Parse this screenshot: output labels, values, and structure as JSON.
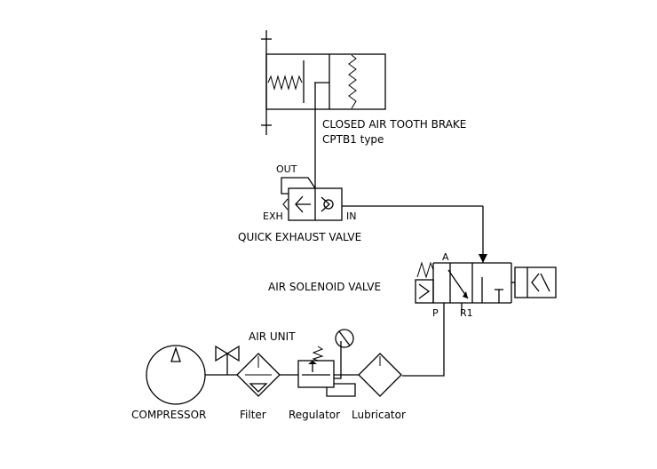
{
  "labels": {
    "brake_title": "CLOSED AIR TOOTH BRAKE",
    "brake_type": "CPTB1  type",
    "out": "OUT",
    "exh": "EXH",
    "in": "IN",
    "quick_exhaust": "QUICK EXHAUST VALVE",
    "solenoid": "AIR SOLENOID VALVE",
    "port_a": "A",
    "port_p": "P",
    "port_r1": "R1",
    "air_unit": "AIR UNIT",
    "compressor": "COMPRESSOR",
    "filter": "Filter",
    "regulator": "Regulator",
    "lubricator": "Lubricator"
  }
}
